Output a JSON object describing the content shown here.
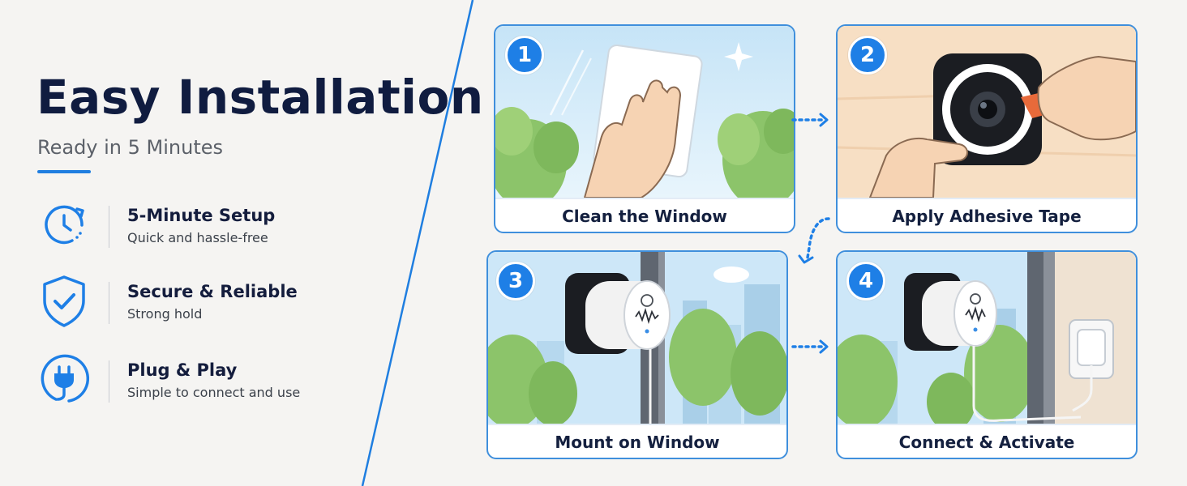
{
  "header": {
    "title": "Easy Installation",
    "subtitle": "Ready in 5 Minutes"
  },
  "features": [
    {
      "icon": "clock-icon",
      "title": "5-Minute Setup",
      "description": "Quick and hassle-free"
    },
    {
      "icon": "shield-check-icon",
      "title": "Secure & Reliable",
      "description": "Strong hold"
    },
    {
      "icon": "plug-icon",
      "title": "Plug & Play",
      "description": "Simple to connect and use"
    }
  ],
  "steps": [
    {
      "number": "1",
      "label": "Clean the Window"
    },
    {
      "number": "2",
      "label": "Apply Adhesive Tape"
    },
    {
      "number": "3",
      "label": "Mount on Window"
    },
    {
      "number": "4",
      "label": "Connect & Activate"
    }
  ],
  "colors": {
    "accent": "#1e7fe6",
    "title": "#101c40",
    "card_border": "#3f8fdc",
    "background": "#f5f4f2"
  }
}
